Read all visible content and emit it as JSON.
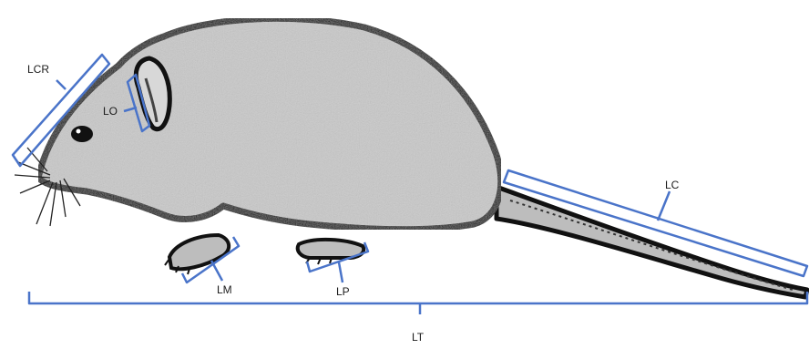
{
  "labels": {
    "lcr": "LCR",
    "lo": "LO",
    "lc": "LC",
    "lm": "LM",
    "lp": "LP",
    "lt": "LT"
  },
  "colors": {
    "bracket": "#4A74C9",
    "fur": "#c9c9c9",
    "outline": "#111111",
    "text": "#1b1b1b"
  }
}
